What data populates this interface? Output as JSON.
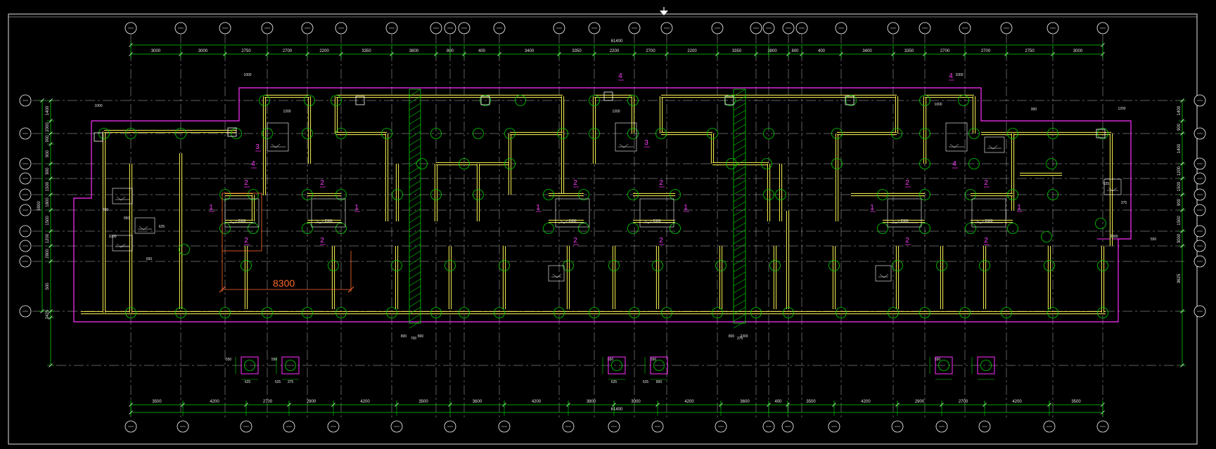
{
  "colors": {
    "background": "#000000",
    "frame": "#e0e0e0",
    "dimension_line": "#00d000",
    "grid_line": "#bbbbbb",
    "wall": "#e8e04a",
    "outline": "#ff30ff",
    "column_circle": "#00d000",
    "highlight_dimension": "#ff6a2a"
  },
  "cursor_icon": "down-arrow-icon",
  "top_total": "61400",
  "bottom_total": "61400",
  "top_segments": [
    "3000",
    "3000",
    "2750",
    "2700",
    "2200",
    "3350",
    "3800",
    "800",
    "400",
    "3400",
    "3350",
    "2200",
    "2700",
    "2200",
    "3350",
    "3800",
    "800",
    "400",
    "3400",
    "3350",
    "2700",
    "2700",
    "2750",
    "3000",
    "3000"
  ],
  "bottom_segments": [
    "3500",
    "4200",
    "2700",
    "2900",
    "4200",
    "3500",
    "3600",
    "4200",
    "3800",
    "3000",
    "4200",
    "3600",
    "400",
    "3500",
    "4200",
    "2900",
    "2700",
    "4200",
    "3500"
  ],
  "left_dims": [
    "1400",
    "2000",
    "900",
    "900",
    "900",
    "1500",
    "1800",
    "1500",
    "1200",
    "2800",
    "500",
    "2425"
  ],
  "right_dims": [
    "1400",
    "900",
    "1400",
    "1200",
    "1500",
    "900",
    "1500",
    "3000",
    "3625"
  ],
  "left_total": "5900",
  "room_labels": [
    "1",
    "1",
    "1",
    "1",
    "1",
    "1",
    "2",
    "2",
    "2",
    "2",
    "2",
    "2",
    "2",
    "2",
    "2",
    "2",
    "2",
    "2",
    "3",
    "3",
    "4",
    "4",
    "4",
    "4"
  ],
  "highlight_dim": "8300",
  "small_dims": [
    "1000",
    "1200",
    "1200",
    "1000",
    "900",
    "1200",
    "1000",
    "1000",
    "800",
    "950",
    "1000",
    "650",
    "700",
    "375",
    "625",
    "525",
    "375",
    "625",
    "525",
    "375",
    "625",
    "525",
    "800",
    "800",
    "800",
    "800",
    "2300",
    "2300",
    "2300",
    "2300",
    "2300",
    "2300",
    "2300",
    "2300",
    "550",
    "550",
    "550",
    "550",
    "550",
    "550"
  ]
}
